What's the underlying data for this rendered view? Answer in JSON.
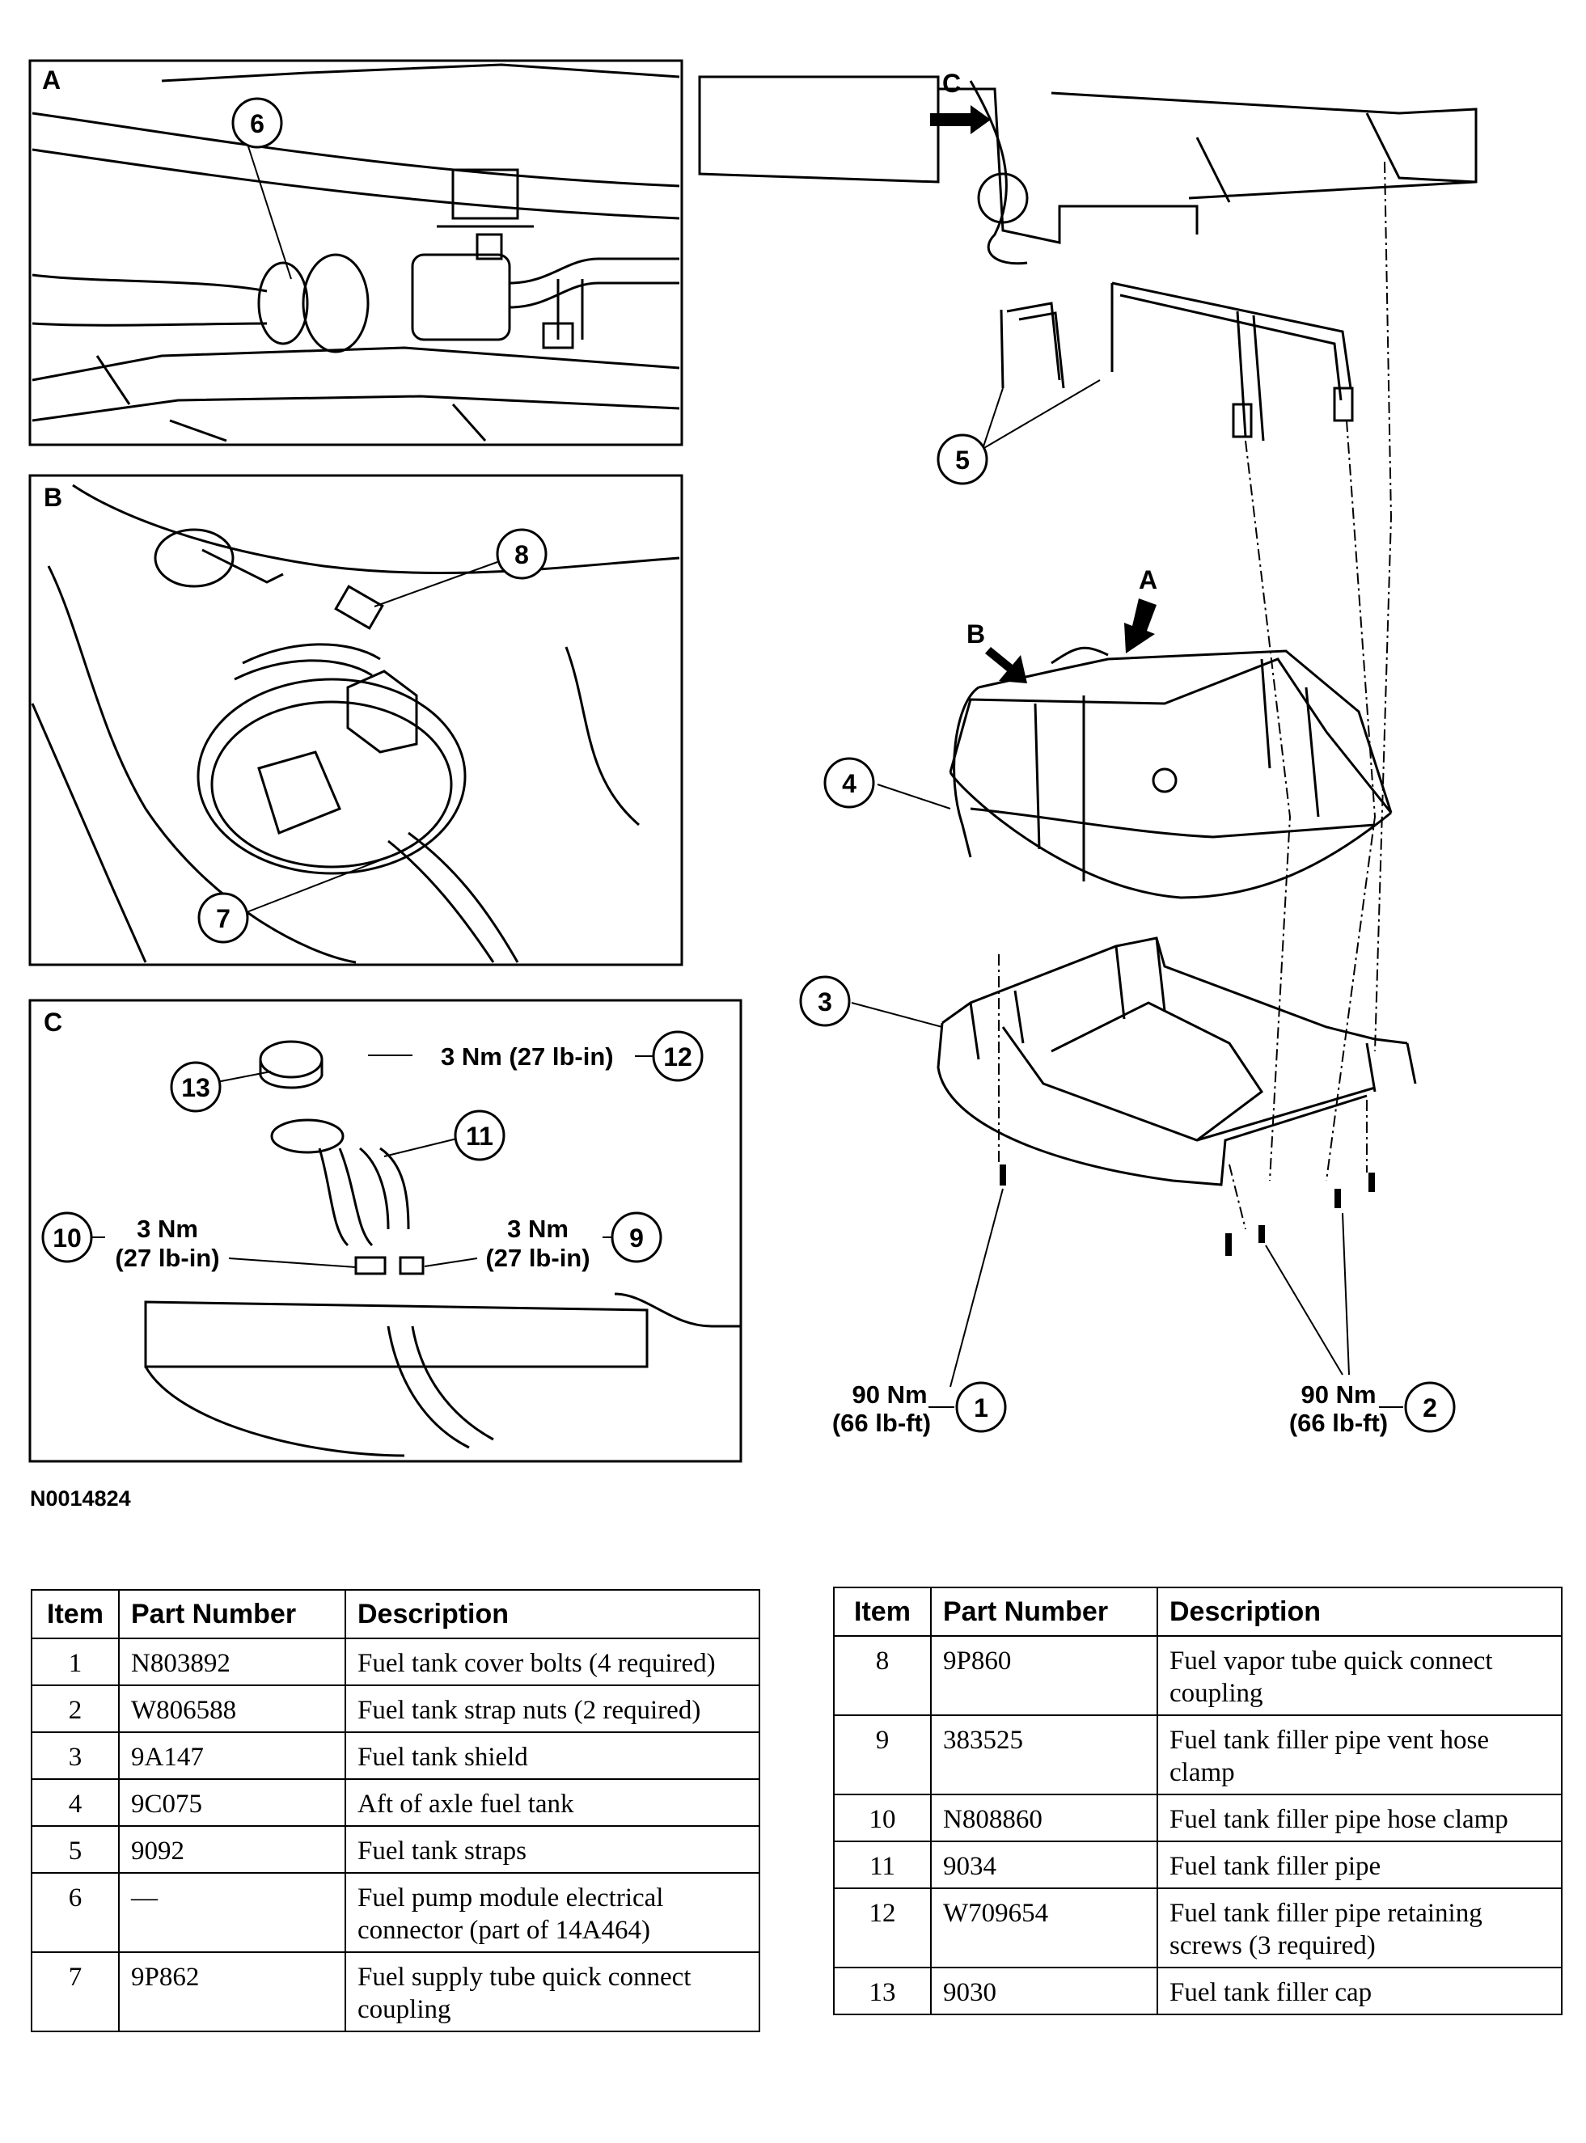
{
  "figure_id": "N0014824",
  "views": {
    "A": {
      "letter": "A",
      "callouts": [
        "6"
      ]
    },
    "B": {
      "letter": "B",
      "callouts": [
        "8",
        "7"
      ]
    },
    "C": {
      "letter": "C",
      "callouts": [
        "13",
        "12",
        "11",
        "10",
        "9"
      ],
      "torques": {
        "t12": "3 Nm (27 lb-in)",
        "t10_line1": "3 Nm",
        "t10_line2": "(27 lb-in)",
        "t9_line1": "3 Nm",
        "t9_line2": "(27 lb-in)"
      }
    }
  },
  "main_view": {
    "arrow_labels": {
      "c": "C",
      "a": "A",
      "b": "B"
    },
    "callouts": [
      "5",
      "4",
      "3",
      "1",
      "2"
    ],
    "torques": {
      "t1_line1": "90 Nm",
      "t1_line2": "(66 lb-ft)",
      "t2_line1": "90 Nm",
      "t2_line2": "(66 lb-ft)"
    }
  },
  "parts_table": {
    "headers": {
      "item": "Item",
      "part_number": "Part Number",
      "description": "Description"
    },
    "left_rows": [
      {
        "item": "1",
        "part": "N803892",
        "desc": "Fuel tank cover bolts (4 required)"
      },
      {
        "item": "2",
        "part": "W806588",
        "desc": "Fuel tank strap nuts (2 required)"
      },
      {
        "item": "3",
        "part": "9A147",
        "desc": "Fuel tank shield"
      },
      {
        "item": "4",
        "part": "9C075",
        "desc": "Aft of axle fuel tank"
      },
      {
        "item": "5",
        "part": "9092",
        "desc": "Fuel tank straps"
      },
      {
        "item": "6",
        "part": "—",
        "desc": "Fuel pump module electrical connector (part of 14A464)"
      },
      {
        "item": "7",
        "part": "9P862",
        "desc": "Fuel supply tube quick connect coupling"
      }
    ],
    "right_rows": [
      {
        "item": "8",
        "part": "9P860",
        "desc": "Fuel vapor tube quick connect coupling"
      },
      {
        "item": "9",
        "part": "383525",
        "desc": "Fuel tank filler pipe vent hose clamp"
      },
      {
        "item": "10",
        "part": "N808860",
        "desc": "Fuel tank filler pipe hose clamp"
      },
      {
        "item": "11",
        "part": "9034",
        "desc": "Fuel tank filler pipe"
      },
      {
        "item": "12",
        "part": "W709654",
        "desc": "Fuel tank filler pipe retaining screws (3 required)"
      },
      {
        "item": "13",
        "part": "9030",
        "desc": "Fuel tank filler cap"
      }
    ]
  }
}
